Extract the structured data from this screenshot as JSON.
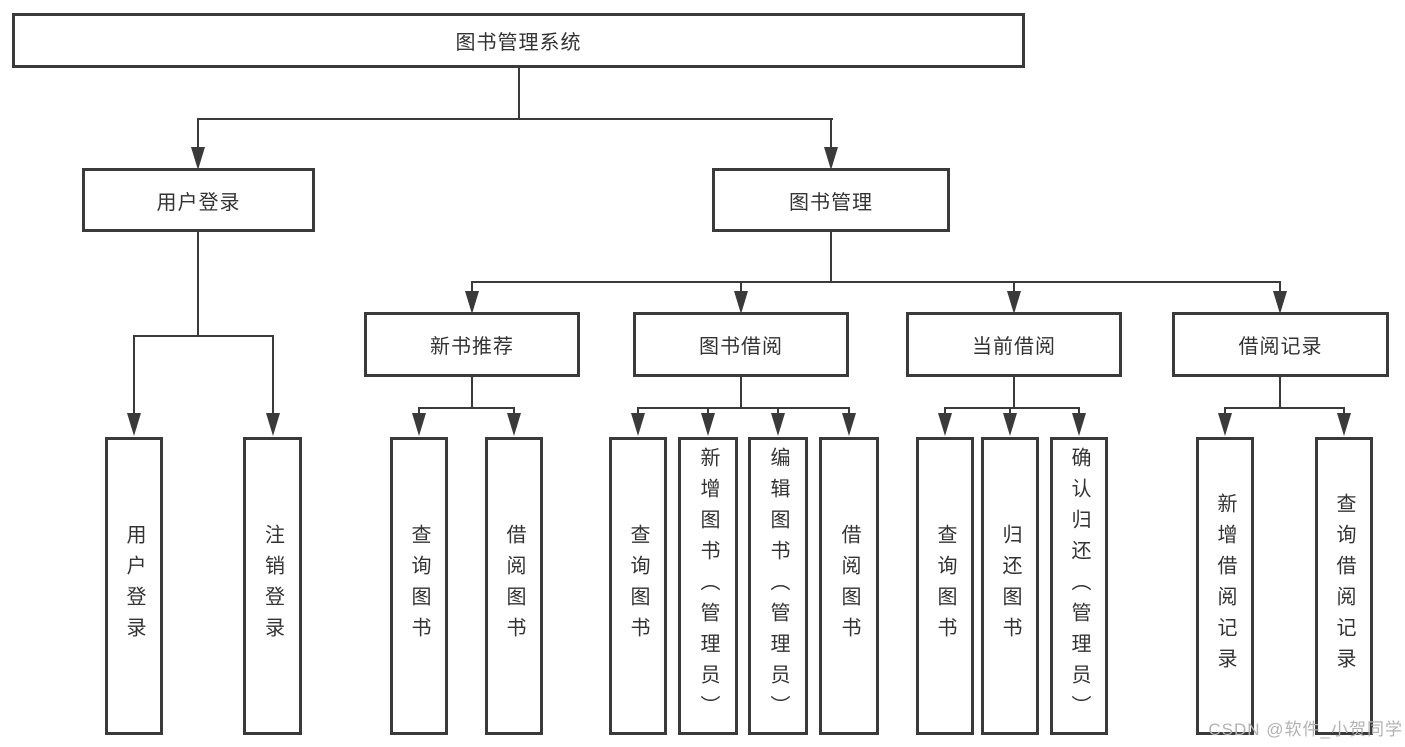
{
  "diagram_title": "图书管理系统",
  "colors": {
    "line": "#3a3a3a",
    "box_border": "#3a3a3a",
    "text": "#333333",
    "watermark": "#b2b2b2",
    "background": "#ffffff"
  },
  "tree": {
    "label": "图书管理系统",
    "children": [
      {
        "label": "用户登录",
        "children": [
          {
            "label": "用户登录"
          },
          {
            "label": "注销登录"
          }
        ]
      },
      {
        "label": "图书管理",
        "children": [
          {
            "label": "新书推荐",
            "children": [
              {
                "label": "查询图书"
              },
              {
                "label": "借阅图书"
              }
            ]
          },
          {
            "label": "图书借阅",
            "children": [
              {
                "label": "查询图书"
              },
              {
                "label": "新增图书（管理员）"
              },
              {
                "label": "编辑图书（管理员）"
              },
              {
                "label": "借阅图书"
              }
            ]
          },
          {
            "label": "当前借阅",
            "children": [
              {
                "label": "查询图书"
              },
              {
                "label": "归还图书"
              },
              {
                "label": "确认归还（管理员）"
              }
            ]
          },
          {
            "label": "借阅记录",
            "children": [
              {
                "label": "新增借阅记录"
              },
              {
                "label": "查询借阅记录"
              }
            ]
          }
        ]
      }
    ]
  },
  "watermark": {
    "text": "CSDN @软件_小贺同学"
  }
}
